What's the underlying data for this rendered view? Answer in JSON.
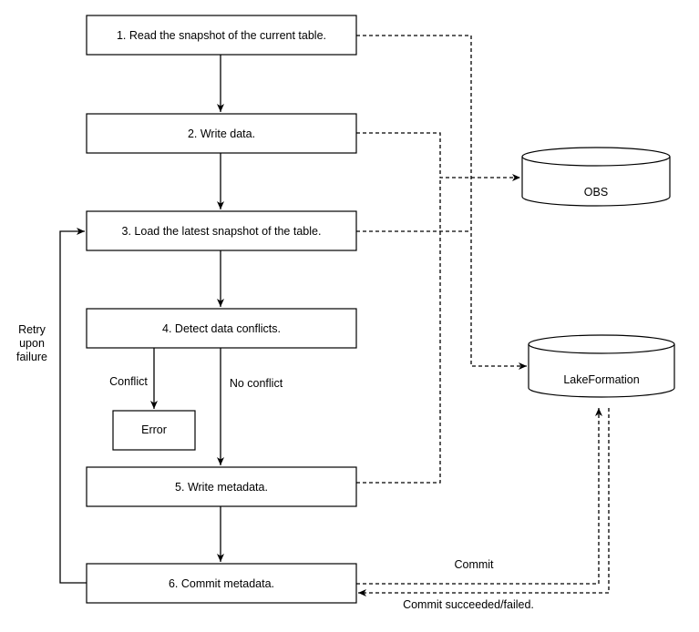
{
  "steps": [
    {
      "id": "s1",
      "label": "1. Read the snapshot of the current table."
    },
    {
      "id": "s2",
      "label": "2. Write data."
    },
    {
      "id": "s3",
      "label": "3. Load the latest snapshot of the table."
    },
    {
      "id": "s4",
      "label": "4. Detect data conflicts."
    },
    {
      "id": "s5",
      "label": "5. Write metadata."
    },
    {
      "id": "s6",
      "label": "6. Commit metadata."
    }
  ],
  "error_box": {
    "label": "Error"
  },
  "stores": [
    {
      "id": "obs",
      "label": "OBS"
    },
    {
      "id": "lakeformation",
      "label": "LakeFormation"
    }
  ],
  "edge_labels": {
    "conflict": "Conflict",
    "no_conflict": "No conflict",
    "retry": [
      "Retry",
      "upon",
      "failure"
    ],
    "commit": "Commit",
    "commit_result": "Commit succeeded/failed."
  }
}
